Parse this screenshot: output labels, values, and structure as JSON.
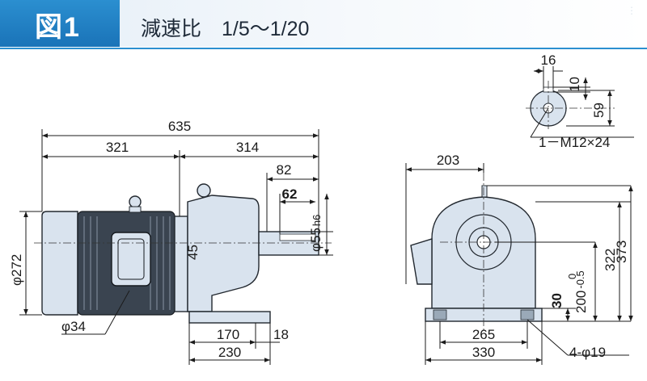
{
  "header": {
    "badge": "図1",
    "title": "減速比　1/5～1/20"
  },
  "side_view": {
    "dim_total": "635",
    "dim_motor": "321",
    "dim_gear": "314",
    "dim_shaft_82": "82",
    "dim_shaft_62": "62",
    "dim_shaft_dia": "φ55",
    "dim_shaft_dia_tol": "h6",
    "dim_motor_dia": "φ272",
    "dim_45": "45",
    "dim_conduit": "φ34",
    "dim_base_170": "170",
    "dim_base_18": "18",
    "dim_base_230": "230"
  },
  "front_view": {
    "dim_203": "203",
    "dim_322": "322",
    "dim_373": "373",
    "dim_height": "200",
    "dim_height_tol_upper": "0",
    "dim_height_tol_lower": "-0.5",
    "dim_30": "30",
    "dim_265": "265",
    "dim_330": "330",
    "holes": "4-φ19"
  },
  "shaft_detail": {
    "dim_16": "16",
    "dim_10": "10",
    "dim_59": "59",
    "tap": "1－M12×24"
  }
}
